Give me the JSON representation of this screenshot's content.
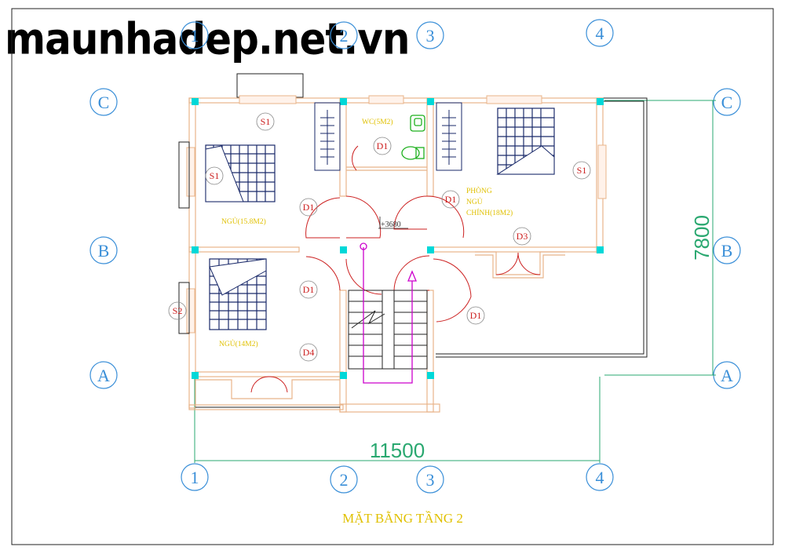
{
  "watermark": "maunhadep.net.vn",
  "title": "MẶT BẰNG TẦNG 2",
  "dimensions": {
    "width": "11500",
    "depth": "7800"
  },
  "level": "+3680",
  "grid": {
    "columns": [
      "1",
      "2",
      "3",
      "4"
    ],
    "rows": [
      "A",
      "B",
      "C"
    ]
  },
  "rooms": {
    "bedroom1": "NGỦ(15.8M2)",
    "bedroom2": "NGỦ(14M2)",
    "wc": "WC(5M2)",
    "master_l1": "PHÒNG",
    "master_l2": "NGỦ",
    "master_l3": "CHÍNH(18M2)"
  },
  "tags": {
    "s1": "S1",
    "s2": "S2",
    "d1": "D1",
    "d3": "D3",
    "d4": "D4"
  },
  "colors": {
    "wall": "#e8b48a",
    "grid_bubble": "#3a8fd8",
    "dimension": "#2aa870",
    "room_text": "#e0c000",
    "tag": "#cc2020",
    "stair": "#cc00cc",
    "column": "#00d8d8",
    "furniture": "#1a2a6a"
  }
}
